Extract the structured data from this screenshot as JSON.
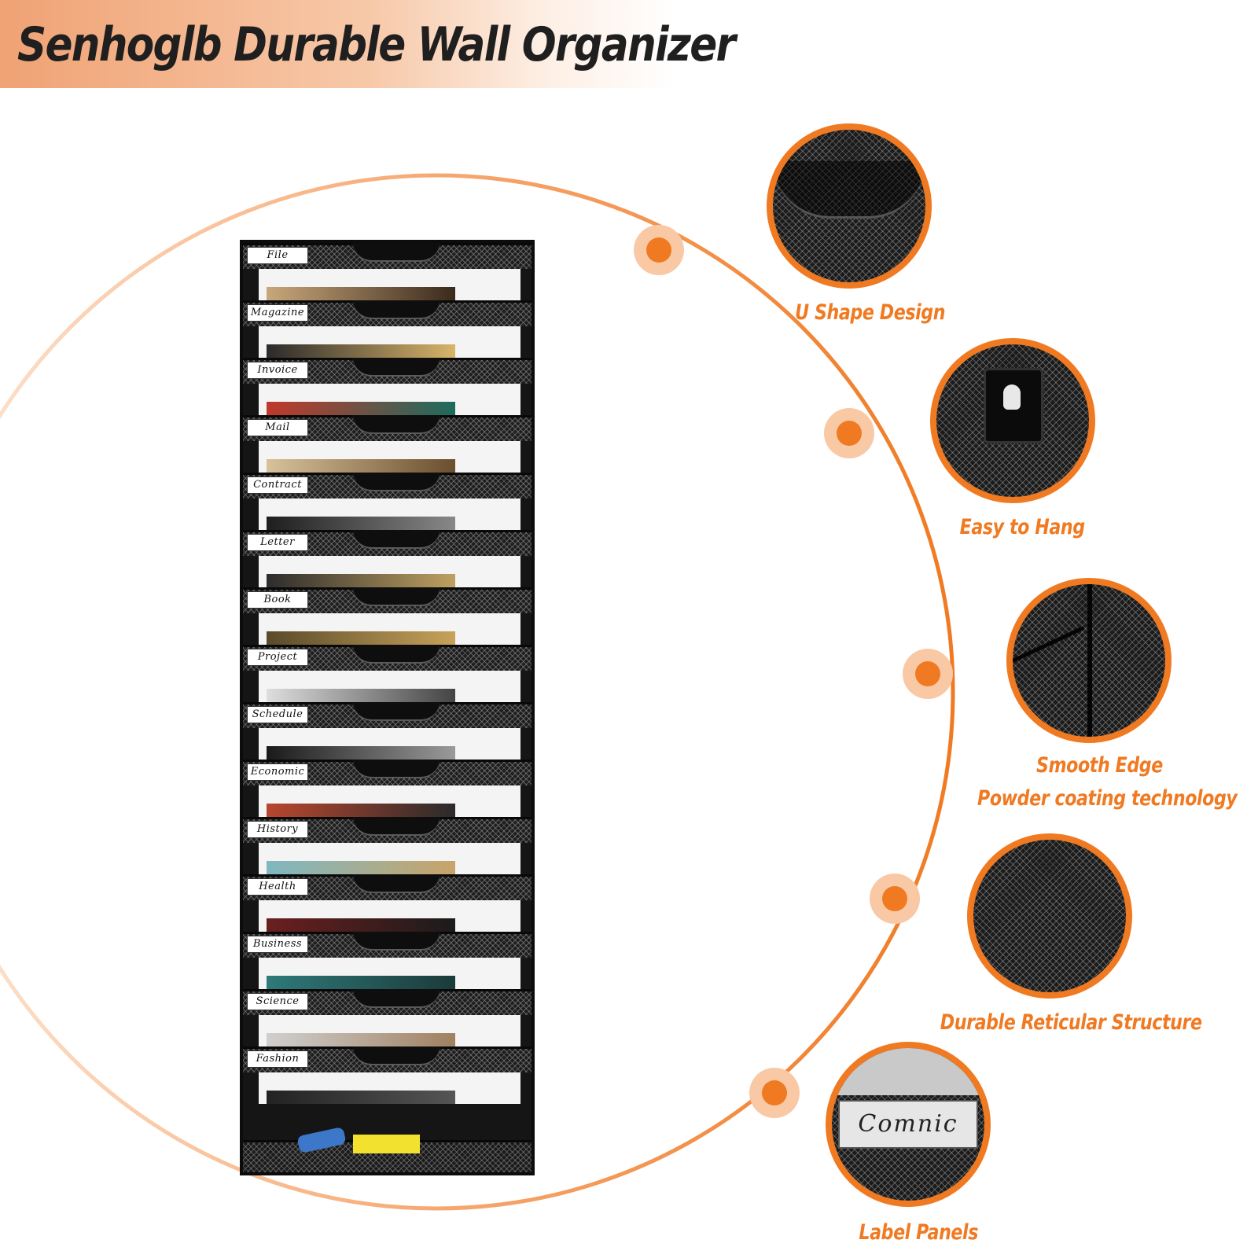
{
  "title": "Senhoglb Durable Wall Organizer",
  "organizer": {
    "slots": [
      "File",
      "Magazine",
      "Invoice",
      "Mail",
      "Contract",
      "Letter",
      "Book",
      "Project",
      "Schedule",
      "Economic",
      "History",
      "Health",
      "Business",
      "Science",
      "Fashion"
    ]
  },
  "features": [
    {
      "label": "U Shape Design",
      "icon": "u-shape-mesh-closeup"
    },
    {
      "label": "Easy to Hang",
      "icon": "hanging-hook-closeup"
    },
    {
      "label": "Smooth Edge",
      "label2": "Powder coating technology",
      "icon": "smooth-edge-closeup"
    },
    {
      "label": "Durable Reticular Structure",
      "icon": "mesh-structure-closeup"
    },
    {
      "label": "Label Panels",
      "icon": "label-panel-closeup",
      "sample_text": "Comnic"
    }
  ],
  "colors": {
    "accent": "#f07a22",
    "title_band": "#f0a274",
    "organizer_metal": "#151515"
  }
}
